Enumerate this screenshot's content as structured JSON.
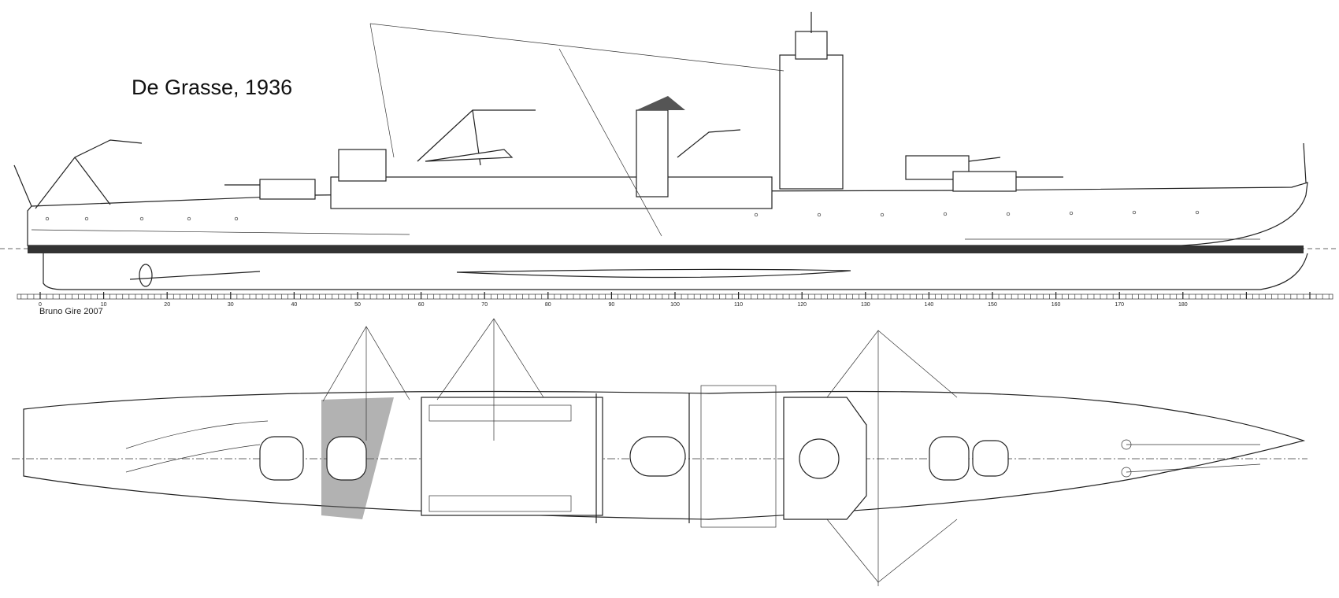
{
  "title": "De Grasse, 1936",
  "credit": "Bruno Gire 2007",
  "scale": {
    "unit_step": 10,
    "labels": [
      "0",
      "10",
      "20",
      "30",
      "40",
      "50",
      "60",
      "70",
      "80",
      "90",
      "100",
      "110",
      "120",
      "130",
      "140",
      "150",
      "160",
      "170",
      "180"
    ]
  },
  "colors": {
    "line": "#222222",
    "waterline": "#333333",
    "deck_shade": "#555555"
  }
}
